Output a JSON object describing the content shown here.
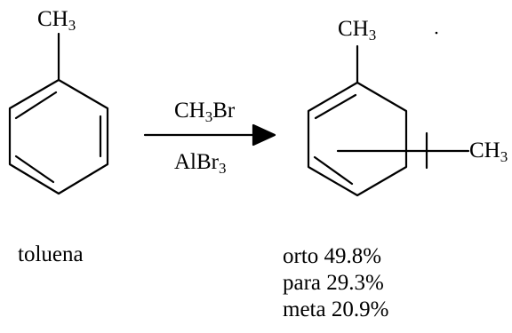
{
  "reactant": {
    "substituent": {
      "main": "CH",
      "sub": "3"
    },
    "name": "toluena"
  },
  "reagents": {
    "above": {
      "main": "CH",
      "sub": "3",
      "tail": "Br"
    },
    "below": {
      "main": "AlBr",
      "sub": "3"
    }
  },
  "product": {
    "substituent_top": {
      "main": "CH",
      "sub": "3"
    },
    "substituent_side": {
      "main": "CH",
      "sub": "3"
    }
  },
  "isomer_yields": [
    {
      "label": "orto",
      "percent": "49.8%"
    },
    {
      "label": "para",
      "percent": "29.3%"
    },
    {
      "label": "meta",
      "percent": "20.9%"
    }
  ],
  "colors": {
    "ink": "#000000",
    "background": "#ffffff"
  }
}
